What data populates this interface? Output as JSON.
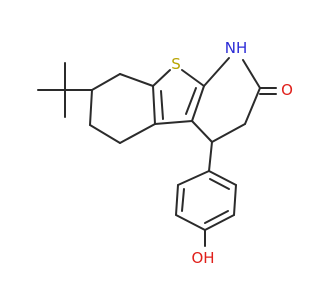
{
  "molecule": {
    "atoms": {
      "S": {
        "text": "S",
        "color": "#b8a400"
      },
      "NH": {
        "text": "NH",
        "color": "#2b2bd6"
      },
      "O": {
        "text": "O",
        "color": "#e0201b"
      },
      "OH": {
        "text": "OH",
        "color": "#e0201b"
      }
    },
    "bond_color": "#2b2b2b"
  }
}
